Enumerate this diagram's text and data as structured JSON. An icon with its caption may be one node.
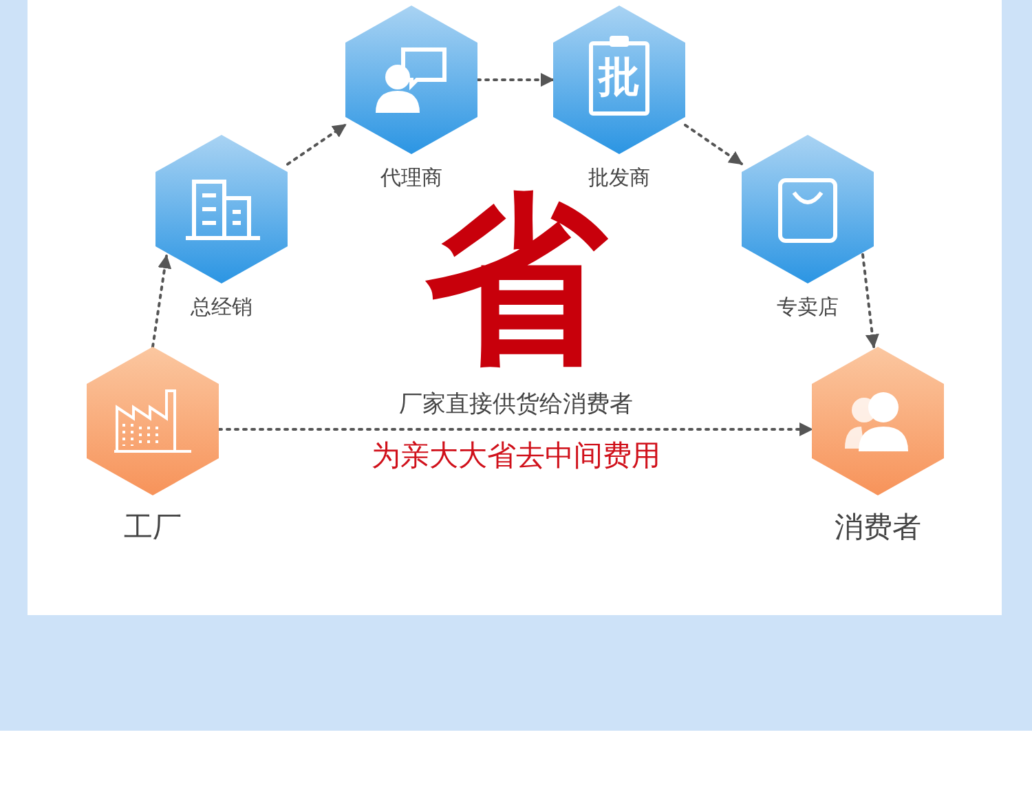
{
  "diagram": {
    "nodes": [
      {
        "text": [
          "工厂"
        ]
      },
      {
        "text": [
          "总经销"
        ]
      },
      {
        "text": [
          "代理商"
        ]
      },
      {
        "text": [
          "批",
          "批发商"
        ]
      },
      {
        "text": [
          "专卖店"
        ]
      },
      {
        "text": [
          "消费者"
        ]
      }
    ],
    "edges": [
      {
        "from": 0,
        "to": 1,
        "arrow": "to",
        "style": "dashed"
      },
      {
        "from": 1,
        "to": 2,
        "arrow": "to",
        "style": "dashed"
      },
      {
        "from": 2,
        "to": 3,
        "arrow": "to",
        "style": "dashed"
      },
      {
        "from": 3,
        "to": 4,
        "arrow": "to",
        "style": "dashed"
      },
      {
        "from": 4,
        "to": 5,
        "arrow": "to",
        "style": "dashed"
      },
      {
        "from": 0,
        "to": 5,
        "arrow": "to",
        "style": "dashed"
      }
    ],
    "labels": [
      "省",
      "厂家直接供货给消费者",
      "为亲大大省去中间费用"
    ]
  }
}
